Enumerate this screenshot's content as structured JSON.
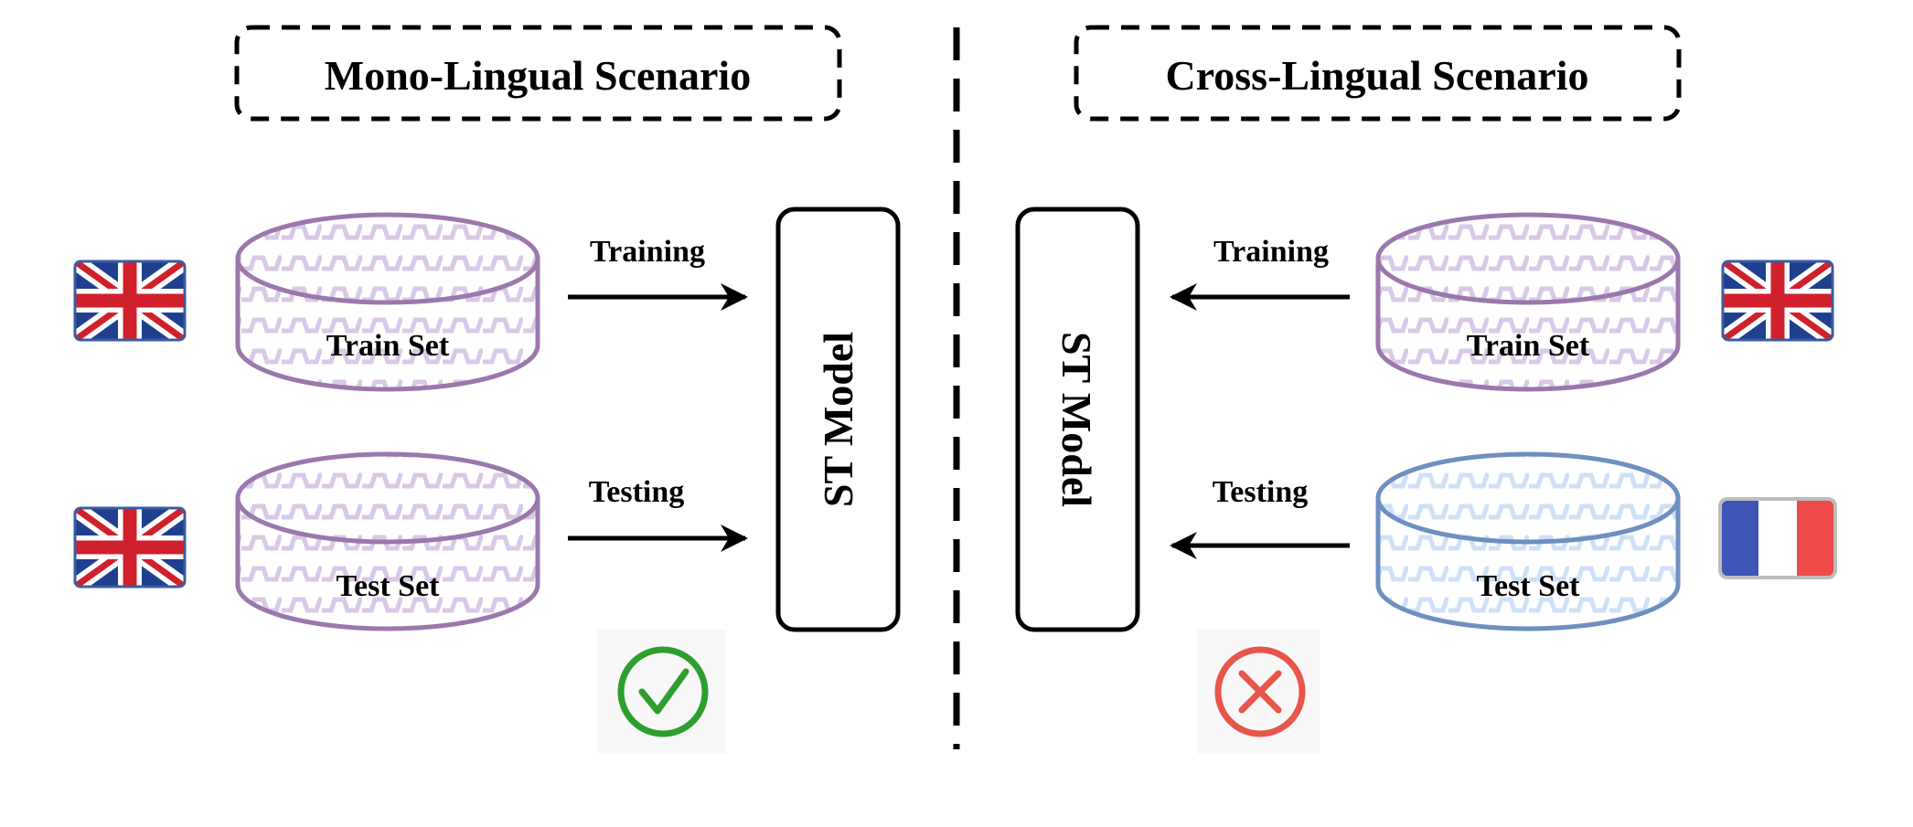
{
  "left": {
    "scenario_title": "Mono-Lingual Scenario",
    "train_set_label": "Train Set",
    "test_set_label": "Test Set",
    "training_label": "Training",
    "testing_label": "Testing",
    "model_label": "ST Model",
    "train_flag": "uk-flag",
    "test_flag": "uk-flag",
    "result_icon": "check-circle-icon",
    "result_color": "#2e9e2e"
  },
  "right": {
    "scenario_title": "Cross-Lingual Scenario",
    "train_set_label": "Train Set",
    "test_set_label": "Test Set",
    "training_label": "Training",
    "testing_label": "Testing",
    "model_label": "ST Model",
    "train_flag": "uk-flag",
    "test_flag": "france-flag",
    "result_icon": "x-circle-icon",
    "result_color": "#e8554a"
  },
  "colors": {
    "purple_cylinder": "#9a78ac",
    "blue_cylinder": "#6f8fc0",
    "uk_blue": "#1f3f8f",
    "uk_red": "#d0202c",
    "fr_blue": "#3d56b8",
    "fr_red": "#ee4a4a"
  }
}
